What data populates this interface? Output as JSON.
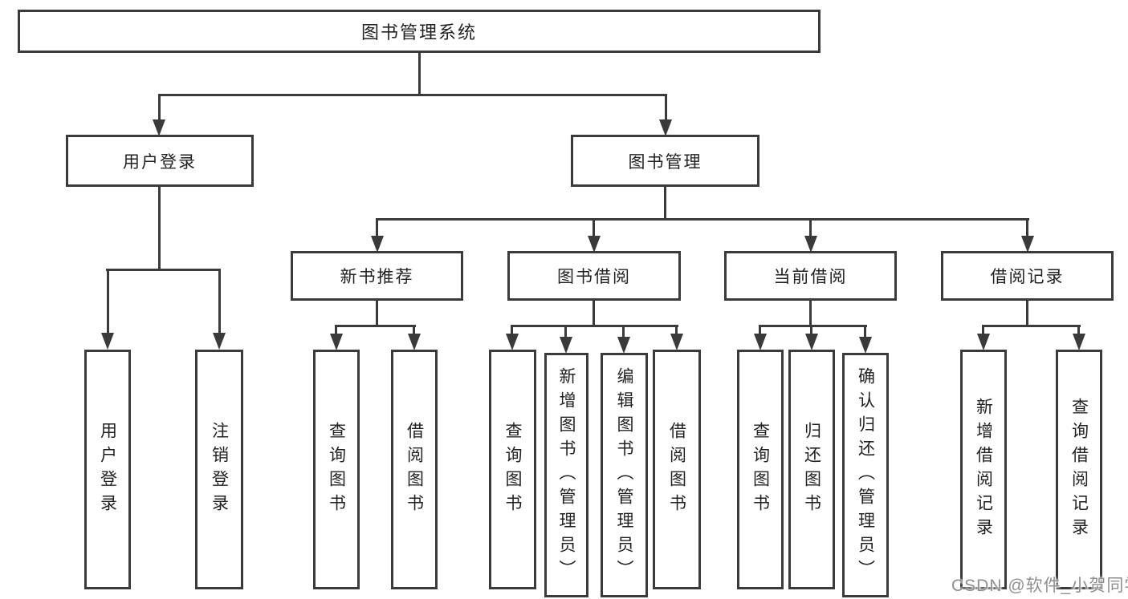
{
  "tree": {
    "root": {
      "label": "图书管理系统"
    },
    "branches": [
      {
        "label": "用户登录",
        "children": [
          "用户登录",
          "注销登录"
        ]
      },
      {
        "label": "图书管理"
      }
    ],
    "modules": [
      {
        "label": "新书推荐",
        "children": [
          "查询图书",
          "借阅图书"
        ]
      },
      {
        "label": "图书借阅",
        "children": [
          "查询图书",
          "新增图书（管理员）",
          "编辑图书（管理员）",
          "借阅图书"
        ]
      },
      {
        "label": "当前借阅",
        "children": [
          "查询图书",
          "归还图书",
          "确认归还（管理员）"
        ]
      },
      {
        "label": "借阅记录",
        "children": [
          "新增借阅记录",
          "查询借阅记录"
        ]
      }
    ]
  },
  "watermark": "CSDN @软件_小贺同学",
  "colors": {
    "line": "#3a3a3a",
    "box_background": "#ffffff",
    "text": "#222222",
    "watermark_text": "#8f8f8f"
  }
}
